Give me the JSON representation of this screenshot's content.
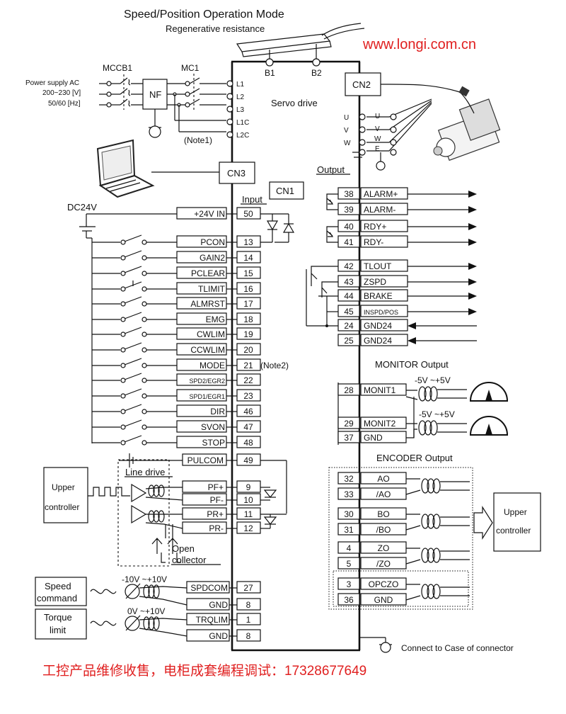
{
  "header": {
    "title": "Speed/Position Operation Mode",
    "regen": "Regenerative resistance",
    "website": "www.longi.com.cn",
    "b1": "B1",
    "b2": "B2"
  },
  "power": {
    "supply1": "Power supply AC",
    "supply2": "200~230 [V]",
    "supply3": "50/60 [Hz]",
    "mccb": "MCCB1",
    "mc": "MC1",
    "nf": "NF",
    "note1": "(Note1)",
    "terminals": [
      "L1",
      "L2",
      "L3",
      "L1C",
      "L2C"
    ]
  },
  "drive": {
    "label": "Servo drive",
    "cn2": "CN2",
    "cn3": "CN3",
    "cn1": "CN1",
    "motor_uvw_left": [
      "U",
      "V",
      "W"
    ],
    "motor_uvw_right": [
      "U",
      "V",
      "W",
      "E"
    ]
  },
  "input": {
    "title": "Input",
    "dc24": "DC24V",
    "rows": [
      {
        "name": "+24V IN",
        "pin": "50"
      },
      {
        "name": "PCON",
        "pin": "13"
      },
      {
        "name": "GAIN2",
        "pin": "14"
      },
      {
        "name": "PCLEAR",
        "pin": "15"
      },
      {
        "name": "TLIMIT",
        "pin": "16"
      },
      {
        "name": "ALMRST",
        "pin": "17"
      },
      {
        "name": "EMG",
        "pin": "18"
      },
      {
        "name": "CWLIM",
        "pin": "19"
      },
      {
        "name": "CCWLIM",
        "pin": "20"
      },
      {
        "name": "MODE",
        "pin": "21"
      },
      {
        "name": "SPD2/EGR2",
        "pin": "22"
      },
      {
        "name": "SPD1/EGR1",
        "pin": "23"
      },
      {
        "name": "DIR",
        "pin": "46"
      },
      {
        "name": "SVON",
        "pin": "47"
      },
      {
        "name": "STOP",
        "pin": "48"
      }
    ],
    "note2": "(Note2)"
  },
  "pulse": {
    "rows": [
      {
        "name": "PULCOM",
        "pin": "49"
      },
      {
        "name": "PF+",
        "pin": "9"
      },
      {
        "name": "PF-",
        "pin": "10"
      },
      {
        "name": "PR+",
        "pin": "11"
      },
      {
        "name": "PR-",
        "pin": "12"
      }
    ],
    "upper1": "Upper",
    "upper2": "controller",
    "line_drive": "Line drive",
    "open1": "Open",
    "open2": "collector"
  },
  "analog": {
    "speed1": "Speed",
    "speed2": "command",
    "torque1": "Torque",
    "torque2": "limit",
    "speed_range": "-10V ~+10V",
    "torque_range": "0V ~+10V",
    "rows": [
      {
        "name": "SPDCOM",
        "pin": "27"
      },
      {
        "name": "GND",
        "pin": "8"
      },
      {
        "name": "TRQLIM",
        "pin": "1"
      },
      {
        "name": "GND",
        "pin": "8"
      }
    ]
  },
  "output": {
    "title": "Output",
    "rows": [
      {
        "pin": "38",
        "name": "ALARM+"
      },
      {
        "pin": "39",
        "name": "ALARM-"
      },
      {
        "pin": "40",
        "name": "RDY+"
      },
      {
        "pin": "41",
        "name": "RDY-"
      },
      {
        "pin": "42",
        "name": "TLOUT"
      },
      {
        "pin": "43",
        "name": "ZSPD"
      },
      {
        "pin": "44",
        "name": "BRAKE"
      },
      {
        "pin": "45",
        "name": "INSPD/POS"
      },
      {
        "pin": "24",
        "name": "GND24"
      },
      {
        "pin": "25",
        "name": "GND24"
      }
    ]
  },
  "monitor": {
    "title": "MONITOR Output",
    "range1": "-5V ~+5V",
    "range2": "-5V ~+5V",
    "rows": [
      {
        "pin": "28",
        "name": "MONIT1"
      },
      {
        "pin": "29",
        "name": "MONIT2"
      },
      {
        "pin": "37",
        "name": "GND"
      }
    ]
  },
  "encoder": {
    "title": "ENCODER Output",
    "rows": [
      {
        "pin": "32",
        "name": "AO"
      },
      {
        "pin": "33",
        "name": "/AO"
      },
      {
        "pin": "30",
        "name": "BO"
      },
      {
        "pin": "31",
        "name": "/BO"
      },
      {
        "pin": "4",
        "name": "ZO"
      },
      {
        "pin": "5",
        "name": "/ZO"
      },
      {
        "pin": "3",
        "name": "OPCZO"
      },
      {
        "pin": "36",
        "name": "GND"
      }
    ],
    "upper1": "Upper",
    "upper2": "controller"
  },
  "footer": {
    "connect": "Connect to Case of connector",
    "ad": "工控产品维修收售，电柜成套编程调试：17328677649"
  },
  "colors": {
    "accent": "#e02020",
    "ink": "#111111"
  }
}
